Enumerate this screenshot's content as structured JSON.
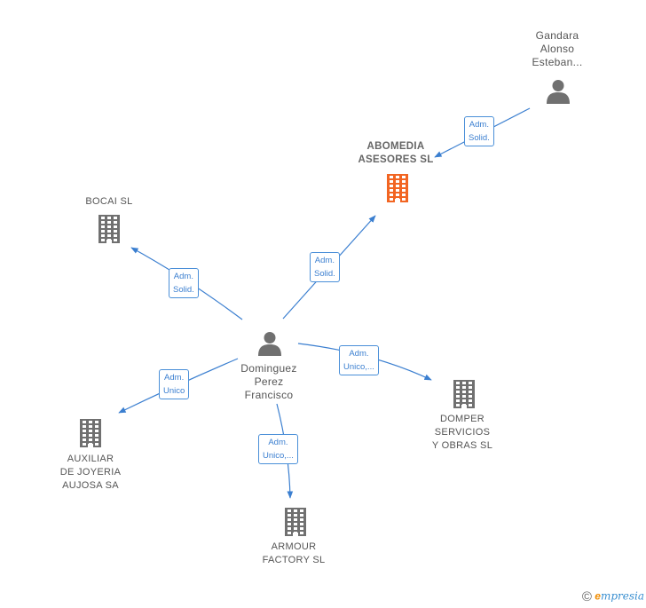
{
  "nodes": {
    "gandara": {
      "lines": [
        "Gandara",
        "Alonso",
        "Esteban..."
      ],
      "icon": "person-icon"
    },
    "abomedia": {
      "lines": [
        "ABOMEDIA",
        "ASESORES SL"
      ],
      "icon": "building-icon",
      "color": "#f26522"
    },
    "bocai": {
      "lines": [
        "BOCAI SL"
      ],
      "icon": "building-icon"
    },
    "dominguez": {
      "lines": [
        "Dominguez",
        "Perez",
        "Francisco"
      ],
      "icon": "person-icon"
    },
    "auxiliar": {
      "lines": [
        "AUXILIAR",
        "DE JOYERIA",
        "AUJOSA SA"
      ],
      "icon": "building-icon"
    },
    "armour": {
      "lines": [
        "ARMOUR",
        "FACTORY SL"
      ],
      "icon": "building-icon"
    },
    "domper": {
      "lines": [
        "DOMPER",
        "SERVICIOS",
        "Y OBRAS SL"
      ],
      "icon": "building-icon"
    }
  },
  "edges": {
    "gandara_abomedia": {
      "lines": [
        "Adm.",
        "Solid."
      ]
    },
    "dominguez_abomedia": {
      "lines": [
        "Adm.",
        "Solid."
      ]
    },
    "dominguez_bocai": {
      "lines": [
        "Adm.",
        "Solid."
      ]
    },
    "dominguez_auxiliar": {
      "lines": [
        "Adm.",
        "Unico"
      ]
    },
    "dominguez_armour": {
      "lines": [
        "Adm.",
        "Unico,..."
      ]
    },
    "dominguez_domper": {
      "lines": [
        "Adm.",
        "Unico,..."
      ]
    }
  },
  "colors": {
    "edge": "#3b7fd0",
    "building": "#707070",
    "highlight": "#f26522",
    "person": "#707070"
  },
  "footer": {
    "copyright": "©",
    "brand_initial": "e",
    "brand_rest": "mpresia"
  }
}
